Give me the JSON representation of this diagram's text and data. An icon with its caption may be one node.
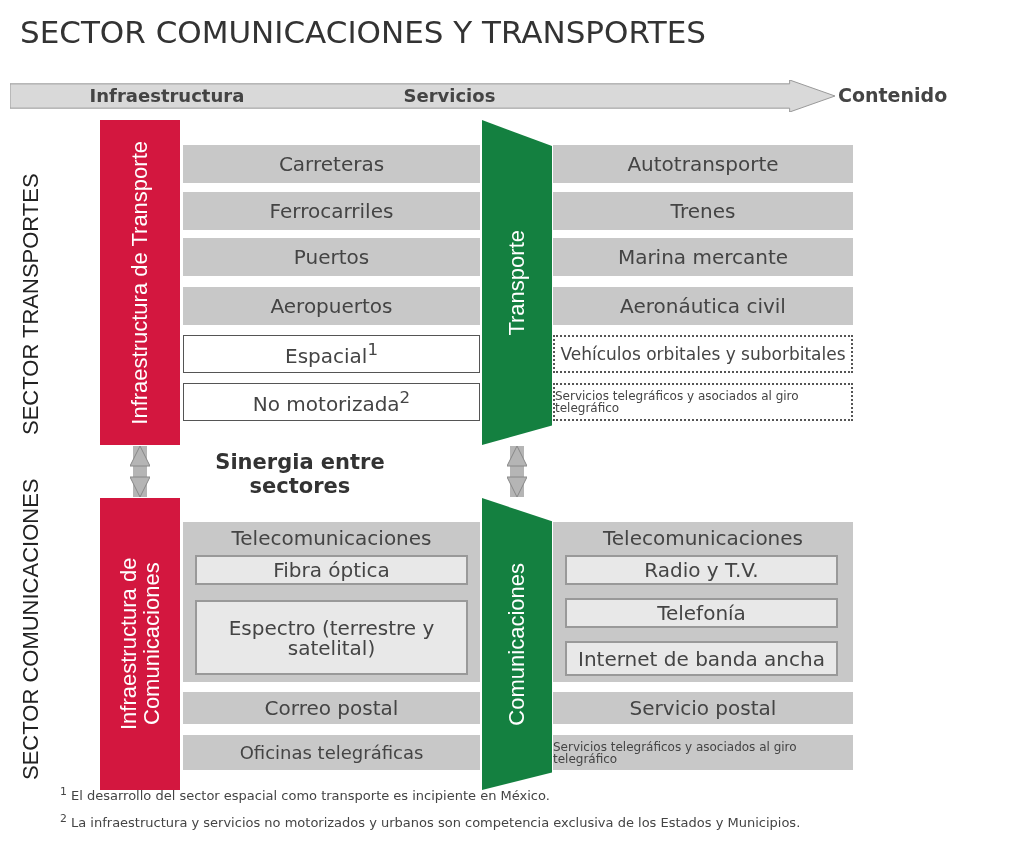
{
  "diagram": {
    "title": "SECTOR COMUNICACIONES Y TRANSPORTES",
    "nodes": [
      {
        "text": [
          "Infraestructura",
          "Servicios"
        ]
      },
      {
        "text": [
          "Infraestructura de Transporte"
        ]
      },
      {
        "text": [
          "Carreteras"
        ]
      },
      {
        "text": [
          "Ferrocarriles"
        ]
      },
      {
        "text": [
          "Puertos"
        ]
      },
      {
        "text": [
          "Aeropuertos"
        ]
      },
      {
        "text": [
          "Espacial$^{1}$"
        ]
      },
      {
        "text": [
          "No motorizada$^{2}$"
        ]
      },
      {
        "text": [
          "Transporte"
        ]
      },
      {
        "text": [
          "Autotransporte"
        ]
      },
      {
        "text": [
          "Trenes"
        ]
      },
      {
        "text": [
          "Marina mercante"
        ]
      },
      {
        "text": [
          "Aeronáutica civil"
        ]
      },
      {
        "text": [
          "Vehículos orbitales y suborbitales"
        ]
      },
      {
        "text": [
          "Servicios telegráficos y asociados al giro telegráfico"
        ]
      },
      {
        "text": [
          "Infraestructura de Comunicaciones"
        ]
      },
      {
        "text": [
          "Telecomunicaciones"
        ]
      },
      {
        "text": [
          "Fibra óptica"
        ],
        "in": 16
      },
      {
        "text": [
          "Espectro (terrestre y satelital)"
        ],
        "in": 16
      },
      {
        "text": [
          "Correo postal"
        ]
      },
      {
        "text": [
          "Oficinas telegráficas"
        ]
      },
      {
        "text": [
          "Comunicaciones"
        ]
      },
      {
        "text": [
          "Telecomunicaciones"
        ]
      },
      {
        "text": [
          "Radio y T.V."
        ],
        "in": 22
      },
      {
        "text": [
          "Telefonía"
        ],
        "in": 22
      },
      {
        "text": [
          "Internet de banda ancha"
        ],
        "in": 22
      },
      {
        "text": [
          "Servicio postal"
        ]
      },
      {
        "text": [
          "Servicios telegráficos y asociados al giro telegráfico"
        ]
      }
    ],
    "edges": [
      {
        "from": 1,
        "to": 15,
        "arrow": "both"
      },
      {
        "from": 8,
        "to": 21,
        "arrow": "both"
      }
    ],
    "labels": [
      "Contenido",
      "SECTOR TRANSPORTES",
      "Sinergia entre sectores",
      "SECTOR COMUNICACIONES",
      "$^{1}$ El desarrollo del sector espacial como transporte es incipiente en México.",
      "$^{2}$ La infraestructura y servicios no motorizados y urbanos son competencia exclusiva de los Estados y Municipios."
    ]
  }
}
